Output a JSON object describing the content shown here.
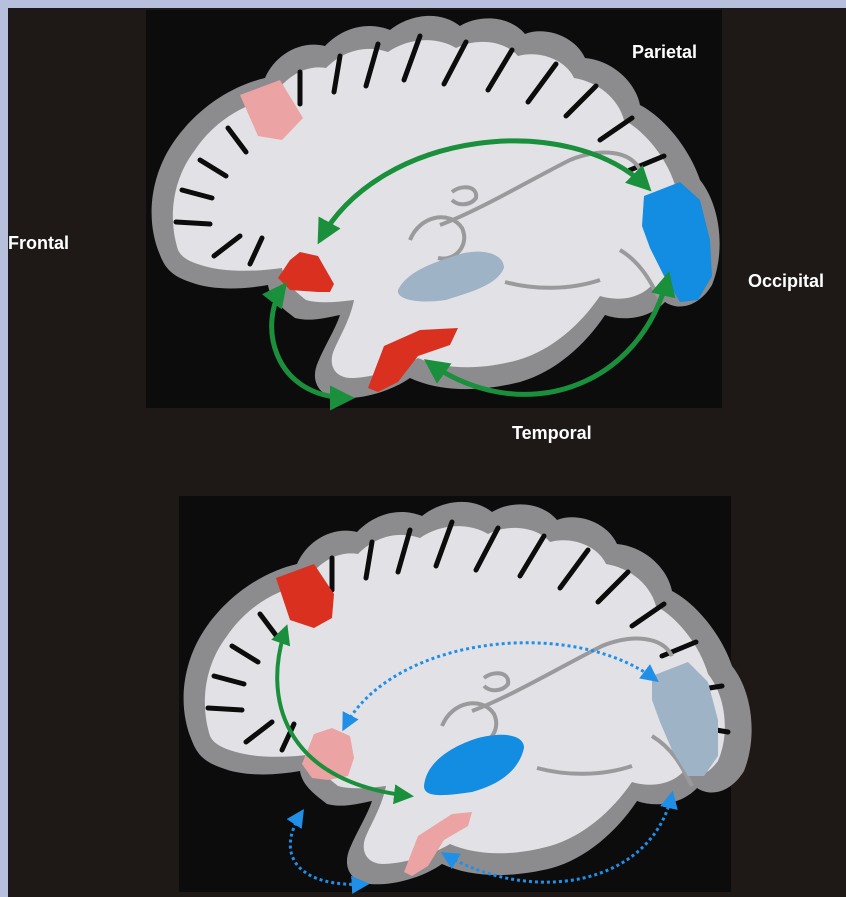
{
  "labels": {
    "frontal": "Frontal",
    "parietal": "Parietal",
    "occipital": "Occipital",
    "temporal": "Temporal"
  },
  "colors": {
    "page_background": "#1e1916",
    "frame": "#b6c0dd",
    "panel": "#0c0c0d",
    "cortex_outline": "#8c8c8e",
    "white_matter": "#e2e2e6",
    "active_red": "#d9301f",
    "inactive_pink": "#eba3a3",
    "active_blue": "#138de2",
    "inactive_blue": "#9fb3c6",
    "structural_connection": "#1a8f3c",
    "functional_connection": "#1f8fe8"
  },
  "panels": [
    {
      "id": "top",
      "regions": [
        {
          "name": "superior-frontal",
          "state": "inactive_pink"
        },
        {
          "name": "inferior-frontal",
          "state": "active_red"
        },
        {
          "name": "temporal",
          "state": "active_red"
        },
        {
          "name": "occipital",
          "state": "active_blue"
        },
        {
          "name": "deep-structure",
          "state": "inactive_blue"
        }
      ],
      "connections": [
        {
          "from": "inferior-frontal",
          "to": "occipital",
          "style": "structural_connection"
        },
        {
          "from": "inferior-frontal",
          "to": "temporal",
          "style": "structural_connection"
        },
        {
          "from": "temporal",
          "to": "occipital",
          "style": "structural_connection"
        }
      ]
    },
    {
      "id": "bottom",
      "regions": [
        {
          "name": "superior-frontal",
          "state": "active_red"
        },
        {
          "name": "inferior-frontal",
          "state": "inactive_pink"
        },
        {
          "name": "temporal",
          "state": "inactive_pink"
        },
        {
          "name": "occipital",
          "state": "inactive_blue"
        },
        {
          "name": "deep-structure",
          "state": "active_blue"
        }
      ],
      "connections": [
        {
          "from": "superior-frontal",
          "to": "deep-structure",
          "style": "structural_connection"
        },
        {
          "from": "inferior-frontal",
          "to": "occipital",
          "style": "functional_connection"
        },
        {
          "from": "inferior-frontal",
          "to": "temporal",
          "style": "functional_connection"
        },
        {
          "from": "temporal",
          "to": "occipital",
          "style": "functional_connection"
        }
      ]
    }
  ]
}
